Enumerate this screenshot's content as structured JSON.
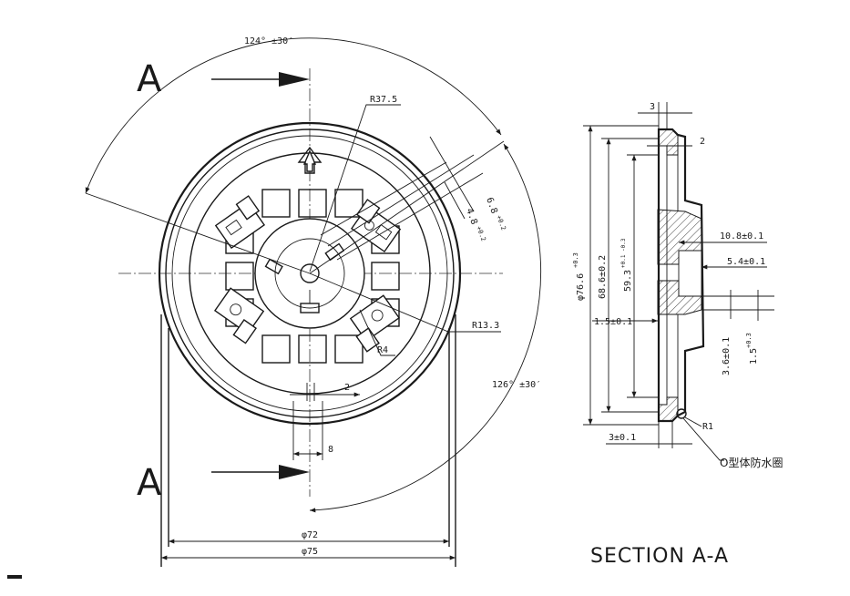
{
  "front_view": {
    "section_marker_top": "A",
    "section_marker_bottom": "A",
    "angle_upper": "124° ±30′",
    "angle_lower": "126° ±30′",
    "radius_outer": "R37.5",
    "radius_hub": "R13.3",
    "radius_small": "R4",
    "width_2": "2",
    "width_8": "8",
    "slot_6_8": "6.8",
    "slot_6_8_tol": "+0.2",
    "slot_4_8": "4.8",
    "slot_4_8_tol": "+0.2",
    "diameter_72": "φ72",
    "diameter_75": "φ75"
  },
  "section_view": {
    "title": "SECTION A-A",
    "dim_3_top": "3",
    "dim_2": "2",
    "dim_phi_76_6": "φ76.6",
    "dim_phi_76_6_tol": "+0.3",
    "dim_68_6": "68.6±0.2",
    "dim_59_3": "59.3",
    "dim_59_3_tol": "+0.1 -0.3",
    "dim_1_5_left": "1.5±0.1",
    "dim_10_8": "10.8±0.1",
    "dim_5_4": "5.4±0.1",
    "dim_3_6": "3.6±0.1",
    "dim_1_5_right": "1.5",
    "dim_1_5_right_tol": "+0.3",
    "dim_3_bottom": "3±0.1",
    "radius_r1": "R1",
    "o_ring_label": "O型体防水圈"
  }
}
